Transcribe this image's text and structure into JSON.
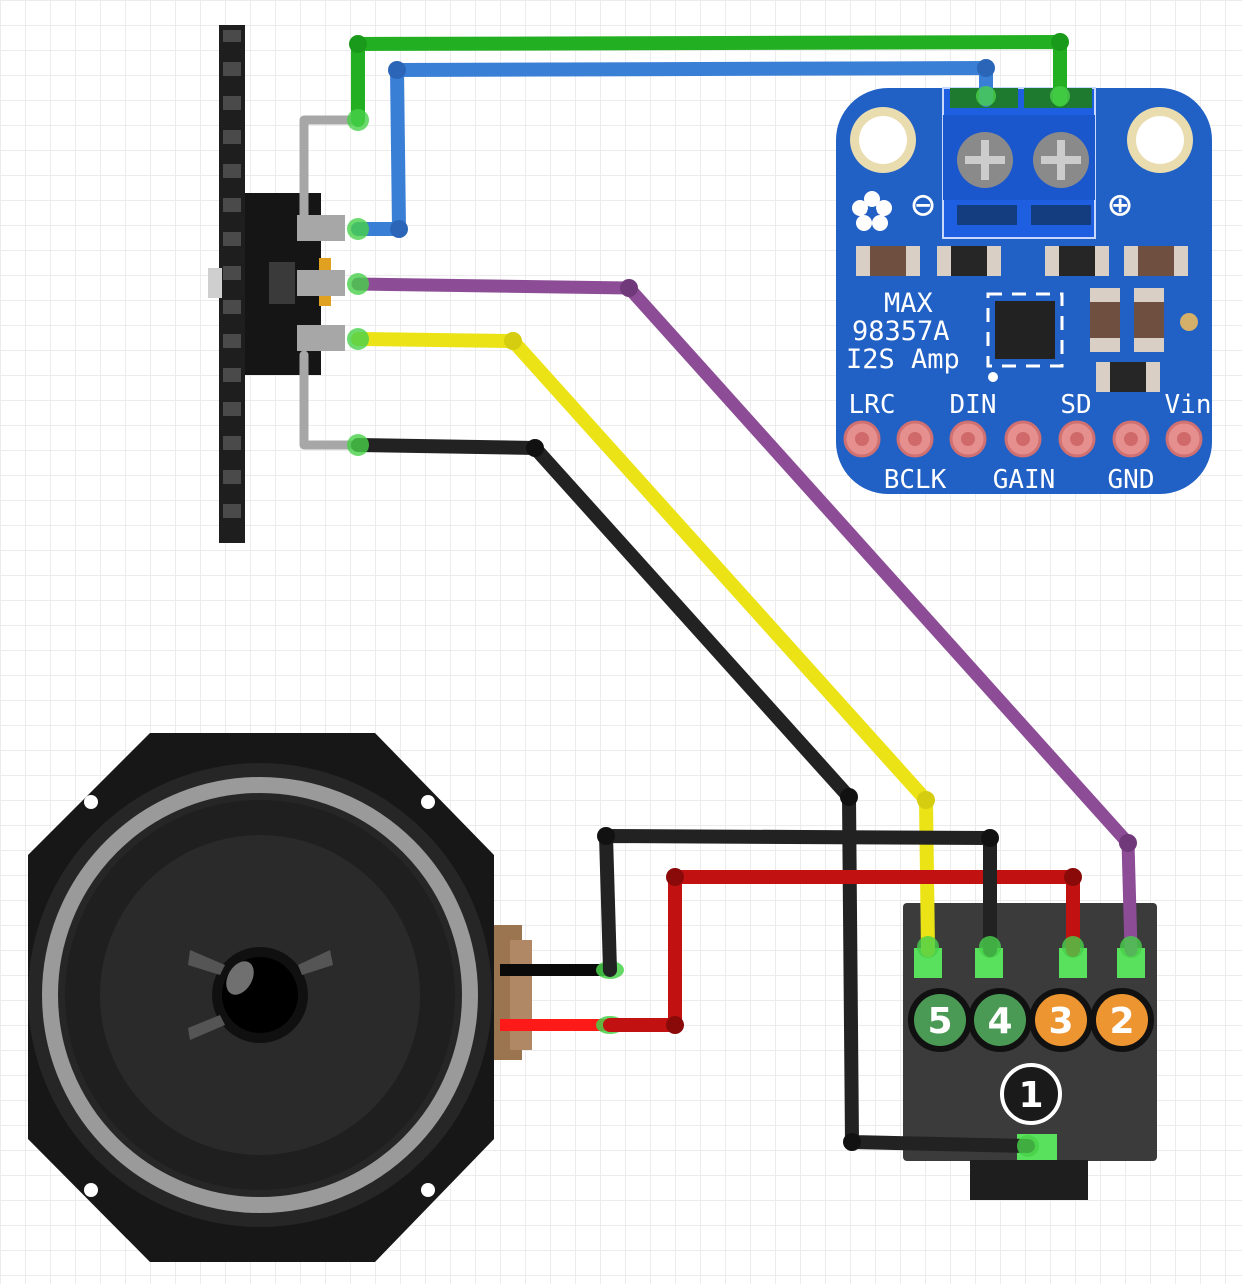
{
  "colors": {
    "board": "#2160c4",
    "green_wire": "#22b022",
    "blue_wire": "#3a7fd6",
    "purple_wire": "#8c4d96",
    "yellow_wire": "#ece316",
    "black_wire": "#222222",
    "red_wire": "#c21111",
    "gray_lead": "#a7a7a7",
    "jack_body": "#3b3b3b",
    "pad": "#e58f8f"
  },
  "amp_board": {
    "chip_line1": "MAX",
    "chip_line2": "98357A",
    "chip_line3": "I2S Amp",
    "minus_symbol": "⊖",
    "plus_symbol": "⊕",
    "top_pins": [
      "LRC",
      "DIN",
      "SD",
      "Vin"
    ],
    "bottom_pins": [
      "BCLK",
      "GAIN",
      "GND"
    ],
    "logo_icon": "adafruit-flower-icon"
  },
  "audio_jack": {
    "pins": [
      "5",
      "4",
      "3",
      "2",
      "1"
    ]
  },
  "icons": {
    "potentiometer": "slide-potentiometer-icon",
    "speaker": "speaker-icon",
    "screw": "screw-terminal-icon"
  }
}
